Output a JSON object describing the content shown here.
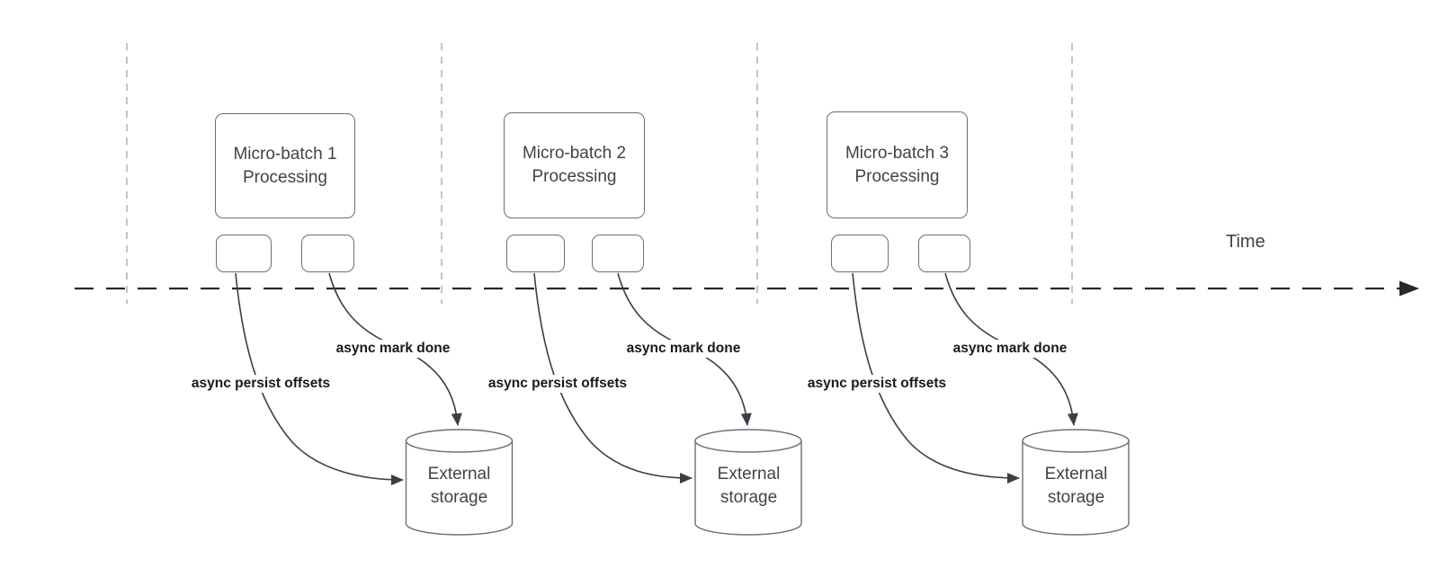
{
  "colors": {
    "background": "#ffffff",
    "shape_border": "#6a6f76",
    "arrow_stroke": "#3a3f47",
    "timeline_stroke": "#26282b",
    "gridline_stroke": "#b0b0b0",
    "node_text": "#3f434a",
    "edge_label_text": "#17191d"
  },
  "timeline": {
    "label": "Time"
  },
  "batches": [
    {
      "process_label": "Micro-batch 1\nProcessing",
      "persist_offsets_label": "async persist offsets",
      "mark_done_label": "async mark done",
      "storage_label": "External\nstorage"
    },
    {
      "process_label": "Micro-batch 2\nProcessing",
      "persist_offsets_label": "async persist offsets",
      "mark_done_label": "async mark done",
      "storage_label": "External\nstorage"
    },
    {
      "process_label": "Micro-batch 3\nProcessing",
      "persist_offsets_label": "async persist offsets",
      "mark_done_label": "async mark done",
      "storage_label": "External\nstorage"
    }
  ]
}
